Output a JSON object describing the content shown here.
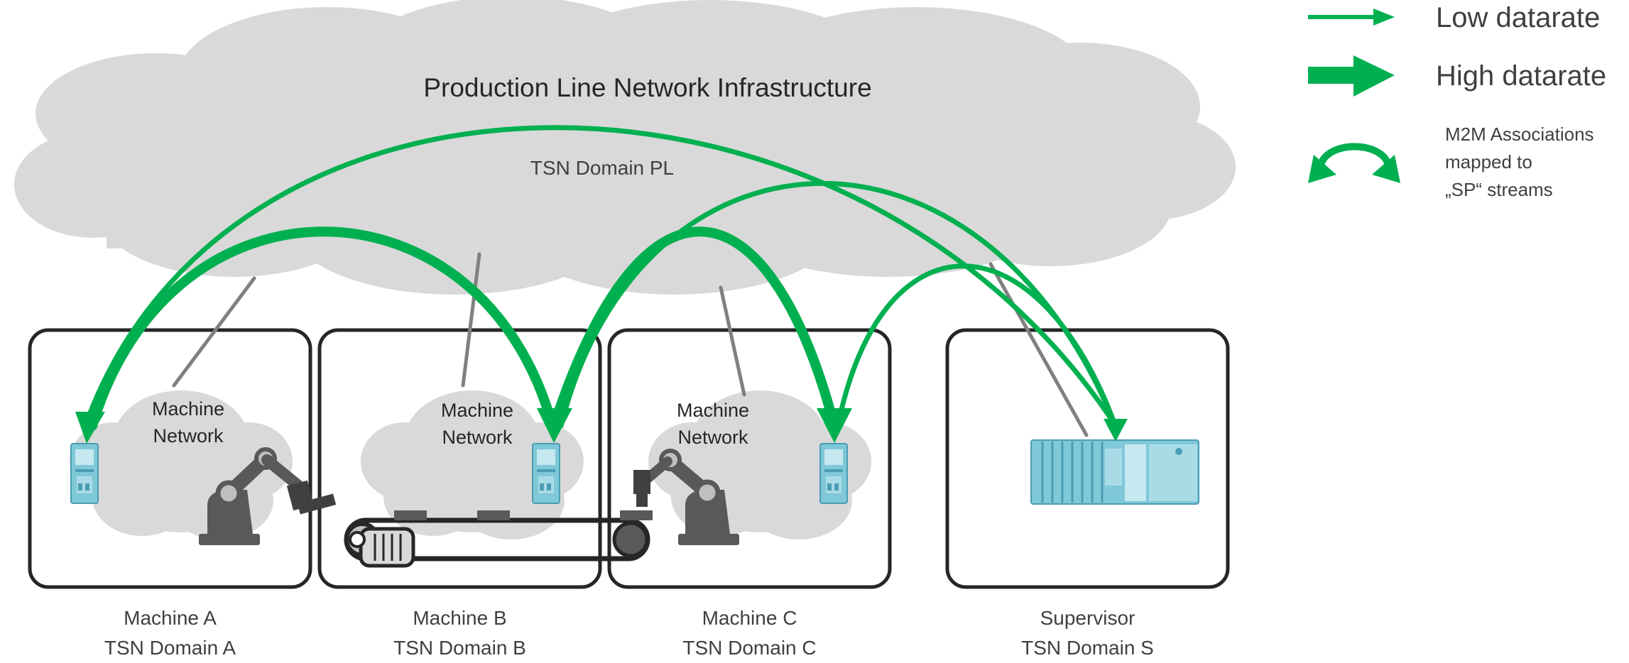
{
  "infrastructure": {
    "title": "Production Line Network Infrastructure",
    "domain_label": "TSN Domain PL"
  },
  "machines": [
    {
      "name": "Machine A",
      "domain": "TSN Domain A",
      "network": [
        "Machine",
        "Network"
      ]
    },
    {
      "name": "Machine B",
      "domain": "TSN Domain B",
      "network": [
        "Machine",
        "Network"
      ]
    },
    {
      "name": "Machine C",
      "domain": "TSN Domain C",
      "network": [
        "Machine",
        "Network"
      ]
    },
    {
      "name": "Supervisor",
      "domain": "TSN Domain S"
    }
  ],
  "legend": {
    "low": "Low datarate",
    "high": "High datarate",
    "m2m": [
      "M2M Associations",
      "mapped to",
      "„SP“ streams"
    ]
  },
  "colors": {
    "arrow": "#00b050",
    "cloud": "#d9d9d9",
    "box_border": "#262626",
    "link": "#808080",
    "robot": "#595959",
    "device": "#7fc8d8",
    "text": "#404040"
  }
}
